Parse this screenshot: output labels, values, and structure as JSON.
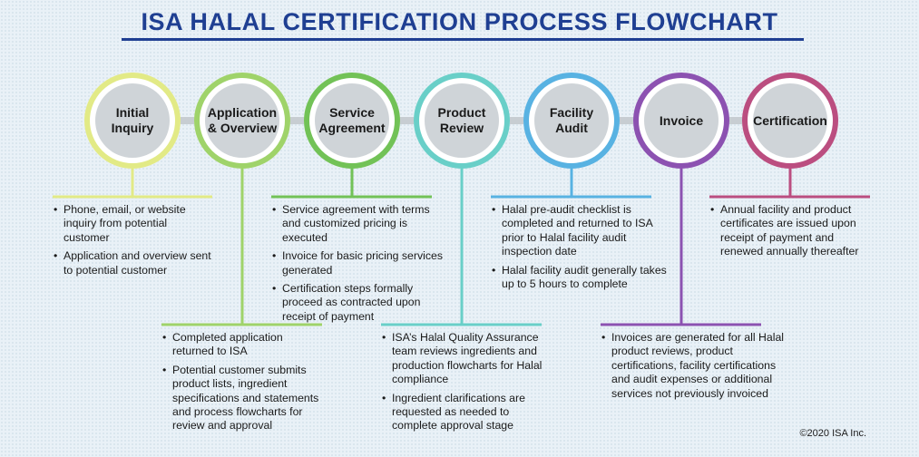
{
  "title": "ISA HALAL CERTIFICATION PROCESS FLOWCHART",
  "steps": [
    {
      "label": "Initial\nInquiry",
      "color": "#e2ea86"
    },
    {
      "label": "Application\n& Overview",
      "color": "#9fd36a"
    },
    {
      "label": "Service\nAgreement",
      "color": "#72c257"
    },
    {
      "label": "Product\nReview",
      "color": "#69cfc8"
    },
    {
      "label": "Facility\nAudit",
      "color": "#58b2e2"
    },
    {
      "label": "Invoice",
      "color": "#8c52b1"
    },
    {
      "label": "Certification",
      "color": "#bb4e80"
    }
  ],
  "details": {
    "initial_inquiry": [
      "Phone, email, or website inquiry from potential customer",
      "Application and overview sent to potential customer"
    ],
    "application_overview": [
      "Completed application returned to ISA",
      "Potential customer submits product lists, ingredient specifications and statements and process flowcharts for review and approval"
    ],
    "service_agreement": [
      "Service agreement with terms and customized pricing is executed",
      "Invoice for basic pricing services generated",
      "Certification steps formally proceed as contracted upon receipt of payment"
    ],
    "product_review": [
      "ISA’s Halal Quality Assurance team reviews ingredients and production flowcharts for Halal compliance",
      "Ingredient clarifications are requested as needed to complete approval stage"
    ],
    "facility_audit": [
      "Halal pre-audit checklist is completed and returned to ISA prior to Halal facility audit inspection date",
      "Halal facility audit generally takes up to 5 hours to complete"
    ],
    "invoice": [
      "Invoices are generated for all Halal product reviews, product certifications, facility certifications and audit expenses or additional services not previously invoiced"
    ],
    "certification": [
      "Annual facility and product certificates are issued upon receipt of payment and renewed annually thereafter"
    ]
  },
  "copyright": "©2020 ISA Inc."
}
